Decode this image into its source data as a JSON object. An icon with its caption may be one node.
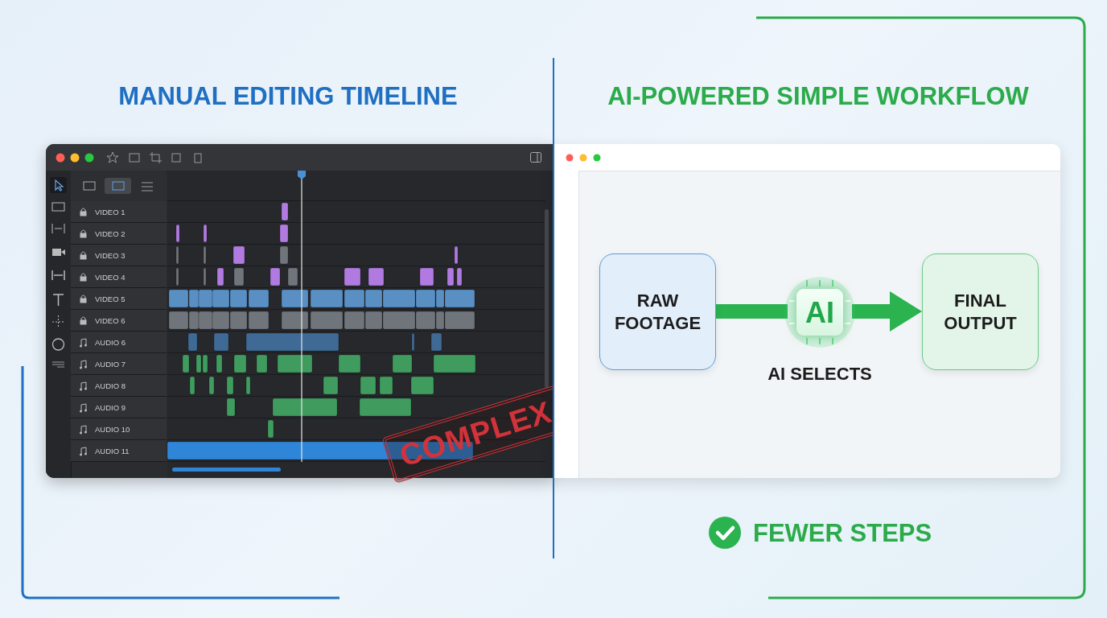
{
  "diagram": {
    "nodes": [
      {
        "text": [
          "RAW FOOTAGE"
        ]
      },
      {
        "text": [
          "AI"
        ],
        "beside": [
          "AI SELECTS"
        ]
      },
      {
        "text": [
          "FINAL OUTPUT"
        ]
      }
    ],
    "edges": [
      {
        "from": 0,
        "to": 1,
        "arrow": "none"
      },
      {
        "from": 1,
        "to": 2,
        "arrow": "to"
      }
    ],
    "labels": [
      "MANUAL EDITING TIMELINE",
      "AI-POWERED SIMPLE WORKFLOW",
      "VIDEO 1",
      "VIDEO 2",
      "VIDEO 3",
      "VIDEO 4",
      "VIDEO 5",
      "VIDEO 6",
      "AUDIO 6",
      "AUDIO 7",
      "AUDIO 8",
      "AUDIO 9",
      "AUDIO 10",
      "AUDIO 11",
      "COMPLEX",
      "FEWER STEPS"
    ]
  }
}
